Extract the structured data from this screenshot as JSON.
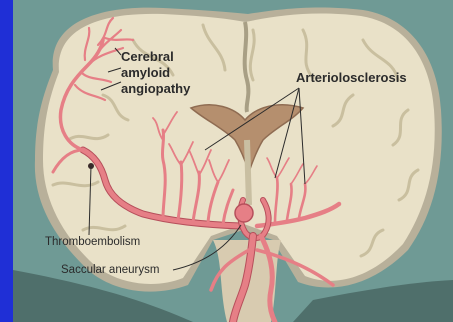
{
  "labels": {
    "cerebral_amyloid_line1": "Cerebral",
    "cerebral_amyloid_line2": "amyloid",
    "cerebral_amyloid_line3": "angiopathy",
    "arteriolosclerosis": "Arteriolosclerosis",
    "thromboembolism": "Thromboembolism",
    "saccular_aneurysm": "Saccular aneurysm"
  },
  "colors": {
    "frame_left_bar": "#1f2fd6",
    "background_teal": "#6f9a95",
    "brain_tissue": "#e9e1c8",
    "cortex_shadow": "#b8b09a",
    "ventricle": "#b58f6e",
    "artery": "#e67f86",
    "artery_dark": "#b64f5b"
  }
}
